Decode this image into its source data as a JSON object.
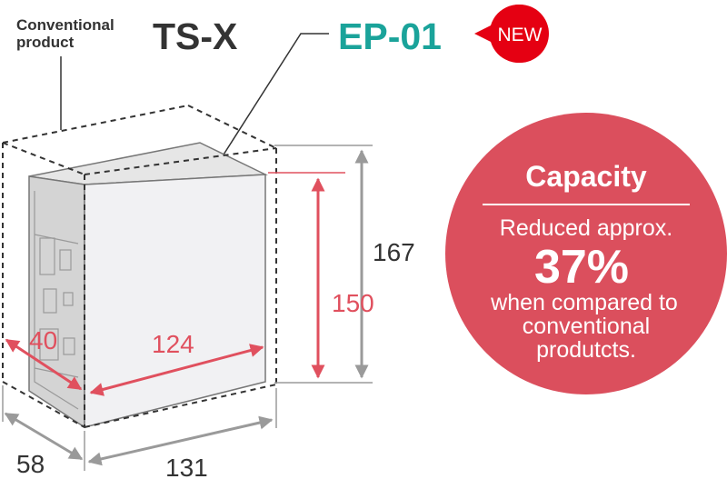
{
  "conventional": {
    "caption_line1": "Conventional",
    "caption_line2": "product",
    "model": "TS-X"
  },
  "new_product": {
    "model": "EP-01",
    "badge": "NEW"
  },
  "dimensions": {
    "conventional_height": "167",
    "conventional_width": "131",
    "conventional_depth": "58",
    "new_height": "150",
    "new_width": "124",
    "new_depth": "40"
  },
  "capacity_callout": {
    "title": "Capacity",
    "line1": "Reduced approx.",
    "percent": "37%",
    "line2": "when compared to",
    "line3": "conventional",
    "line4": "produtcts."
  },
  "colors": {
    "accent_red": "#e0505e",
    "brand_teal": "#1aa39a",
    "gray_dimension": "#9a9a9a",
    "dark_text": "#333333",
    "callout_fill": "#db4f5d",
    "badge_red": "#e50012"
  }
}
